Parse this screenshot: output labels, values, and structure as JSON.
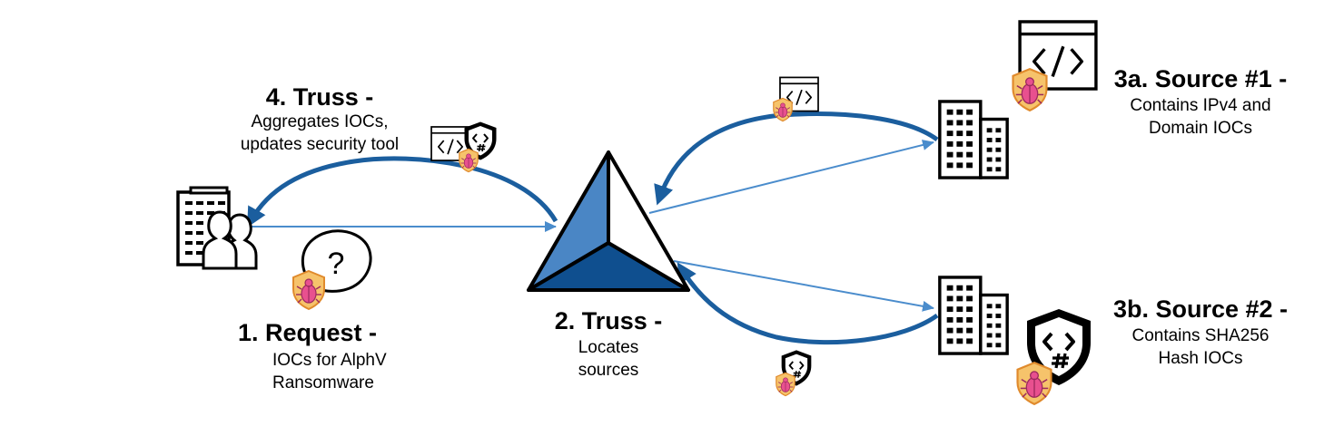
{
  "steps": {
    "request": {
      "title": "1.  Request -",
      "lines": [
        "IOCs for AlphV",
        "Ransomware"
      ]
    },
    "truss_locate": {
      "title": "2. Truss -",
      "lines": [
        "Locates",
        "sources"
      ]
    },
    "source1": {
      "title": "3a. Source #1 -",
      "lines": [
        "Contains IPv4 and",
        "Domain IOCs"
      ]
    },
    "source2": {
      "title": "3b. Source #2 -",
      "lines": [
        "Contains SHA256",
        "Hash IOCs"
      ]
    },
    "truss_aggregate": {
      "title": "4. Truss -",
      "lines": [
        "Aggregates IOCs,",
        "updates security tool"
      ]
    }
  },
  "request_bubble_text": "?",
  "colors": {
    "arrow_dark": "#1b5e9e",
    "arrow_light": "#4a8ccc",
    "pyramid_left": "#4a86c5",
    "pyramid_bottom": "#0f4f8f",
    "pyramid_right": "#ffffff",
    "shield_fill": "#f6c36b",
    "shield_stroke": "#e08a2c",
    "bug_fill": "#e8508f"
  },
  "icons": [
    "organization-user-icon",
    "speech-bubble-icon",
    "malware-shield-icon",
    "pyramid-logo-icon",
    "building-icon",
    "code-window-icon",
    "hash-shield-icon"
  ]
}
